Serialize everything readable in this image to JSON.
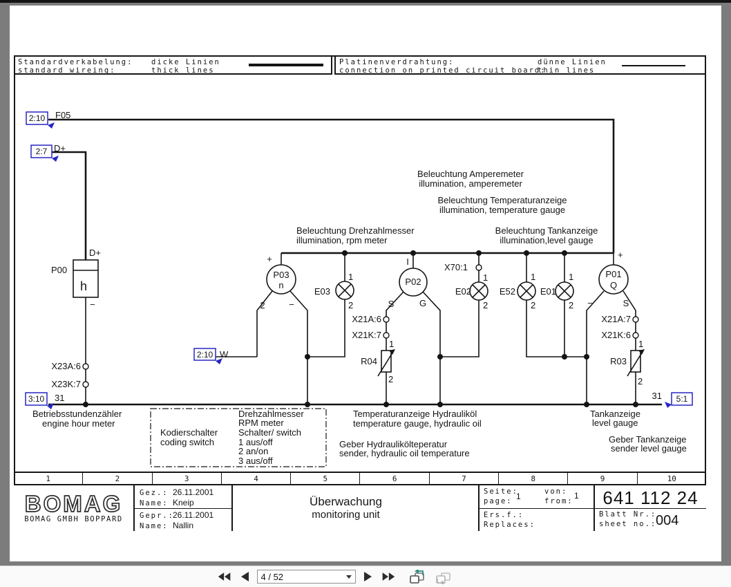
{
  "colors": {
    "wire": "#141414",
    "link_box_border": "#2626c4",
    "page_background": "#7c7c7c",
    "toolbar_view_accent": "#2e8f84"
  },
  "header": {
    "left": {
      "title_de": "Standardverkabelung:",
      "title_en": "standard wireing:",
      "style_de": "dicke Linien",
      "style_en": "thick lines"
    },
    "right": {
      "title_de": "Platinenverdrahtung:",
      "title_en": "connection on printed circuit board:",
      "style_de": "dünne Linien",
      "style_en": "thin lines"
    }
  },
  "refs": {
    "f05_box": "2:10",
    "f05": "F05",
    "dplus_box": "2:7",
    "dplus": "D+",
    "w_box": "2:10",
    "w": "W",
    "gnd_left_box": "3:10",
    "gnd_left": "31",
    "gnd_right_box": "5:1",
    "gnd_right": "31"
  },
  "sch": {
    "p00": "P00",
    "p00_dplus": "D+",
    "p00_minus": "−",
    "x23a6": "X23A:6",
    "x23k7": "X23K:7",
    "p03": "P03",
    "p03_n": "n",
    "p03_plus": "+",
    "p03_2": "2",
    "p03_minus": "−",
    "e03": "E03",
    "e03_1": "1",
    "e03_2": "2",
    "p02": "P02",
    "p02_i": "I",
    "p02_s": "S",
    "p02_g": "G",
    "x70": "X70:1",
    "e02": "E02",
    "e02_1": "1",
    "e02_2": "2",
    "e52": "E52",
    "e52_1": "1",
    "e52_2": "2",
    "e01": "E01",
    "e01_1": "1",
    "e01_2": "2",
    "p01": "P01",
    "p01_q": "Q",
    "p01_plus": "+",
    "p01_minus": "−",
    "p01_s": "S",
    "x21a6": "X21A:6",
    "x21k7": "X21K:7",
    "r04": "R04",
    "r04_1": "1",
    "r04_2": "2",
    "x21a7": "X21A:7",
    "x21k6": "X21K:6",
    "r03": "R03",
    "r03_1": "1",
    "r03_2": "2"
  },
  "ann": {
    "amperemeter_de": "Beleuchtung Amperemeter",
    "amperemeter_en": "illumination, amperemeter",
    "tempgauge_de": "Beleuchtung Temperaturanzeige",
    "tempgauge_en": "illumination, temperature gauge",
    "rpm_de": "Beleuchtung Drehzahlmesser",
    "rpm_en": "illumination, rpm meter",
    "tank_de": "Beleuchtung Tankanzeige",
    "tank_en": "illumination,level gauge",
    "hourmeter_de": "Betriebsstundenzähler",
    "hourmeter_en": "engine hour meter",
    "coding_de": "Kodierschalter",
    "coding_en": "coding switch",
    "switch_lines": [
      "Drehzahlmesser",
      "RPM meter",
      "Schalter/ switch",
      "1 aus/off",
      "2 an/on",
      "3 aus/off"
    ],
    "hydtemp_de": "Temperaturanzeige Hydrauliköl",
    "hydtemp_en": "temperature gauge, hydraulic oil",
    "hydsender_de": "Geber Hydraulikölteperatur",
    "hydsender_en": "sender, hydraulic oil temperature",
    "level_de": "Tankanzeige",
    "level_en": "level gauge",
    "levelsender_de": "Geber Tankanzeige",
    "levelsender_en": "sender level gauge"
  },
  "columns": [
    "1",
    "2",
    "3",
    "4",
    "5",
    "6",
    "7",
    "8",
    "9",
    "10"
  ],
  "titleblock": {
    "logo": "BOMAG",
    "company": "BOMAG GMBH BOPPARD",
    "gez_label": "Gez.:",
    "gez_date": "26.11.2001",
    "name1_label": "Name:",
    "name1_value": "Kneip",
    "gepr_label": "Gepr.:",
    "gepr_date": "26.11.2001",
    "name2_label": "Name:",
    "name2_value": "Nallin",
    "title_de": "Überwachung",
    "title_en": "monitoring unit",
    "seite_label": "Seite:",
    "page_label": "page:",
    "page_value": "1",
    "von_label": "von:",
    "from_label": "from:",
    "from_value": "1",
    "ers_label": "Ers.f.:",
    "replaces_label": "Replaces:",
    "doc_number": "641 112 24",
    "blatt_label": "Blatt Nr.:",
    "sheet_label": "sheet no.:",
    "sheet_number": "004"
  },
  "toolbar": {
    "page_indicator": "4 / 52",
    "icons": [
      "first-page",
      "previous-page",
      "page-selector",
      "next-page",
      "last-page",
      "previous-view",
      "next-view"
    ]
  }
}
